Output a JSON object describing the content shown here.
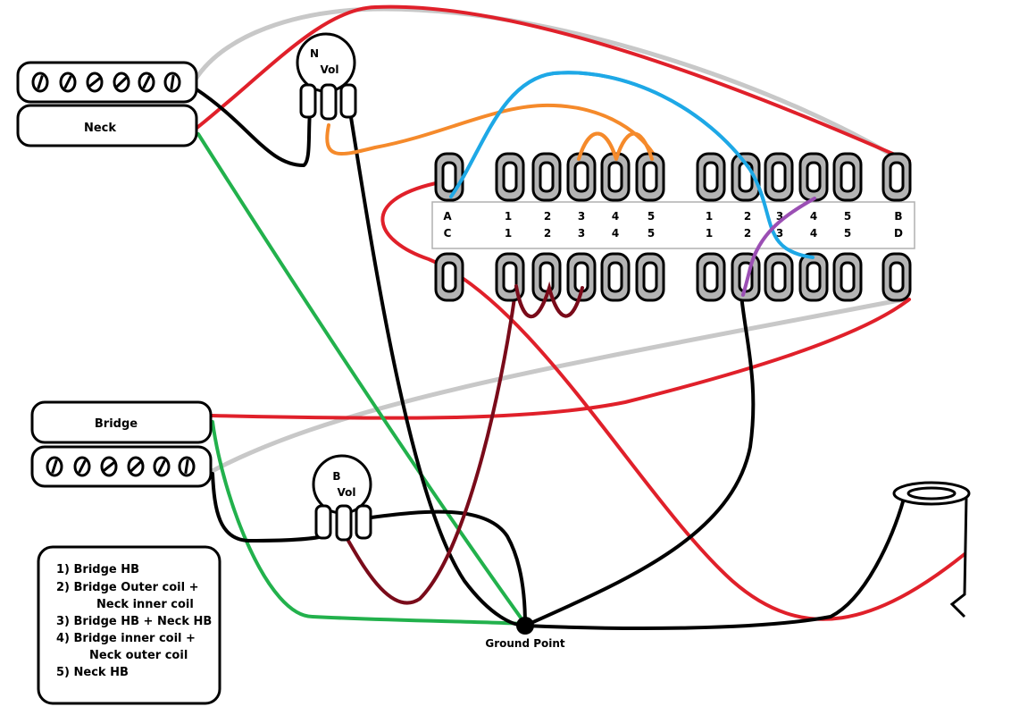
{
  "colors": {
    "red": "#e0202a",
    "grey": "#c8c8c8",
    "green": "#22b14c",
    "black": "#000000",
    "blue": "#1ea8e6",
    "orange": "#f58a2b",
    "maroon": "#7a0b1a",
    "purple": "#9b4fb4",
    "lug": "#b4b4b4"
  },
  "pickups": {
    "neck_label": "Neck",
    "bridge_label": "Bridge"
  },
  "pots": {
    "neck": {
      "letter": "N",
      "label": "Vol"
    },
    "bridge": {
      "letter": "B",
      "label": "Vol"
    }
  },
  "switch": {
    "labels_upper": [
      "A",
      "1",
      "2",
      "3",
      "4",
      "5",
      "1",
      "2",
      "3",
      "4",
      "5",
      "B"
    ],
    "labels_lower": [
      "C",
      "1",
      "2",
      "3",
      "4",
      "5",
      "1",
      "2",
      "3",
      "4",
      "5",
      "D"
    ]
  },
  "ground_label": "Ground Point",
  "legend": {
    "lines": [
      "1)  Bridge HB",
      "2)  Bridge Outer coil +",
      "Neck inner coil",
      "3)  Bridge HB + Neck HB",
      "4)  Bridge inner coil +",
      "Neck outer coil",
      "5)   Neck HB"
    ]
  }
}
